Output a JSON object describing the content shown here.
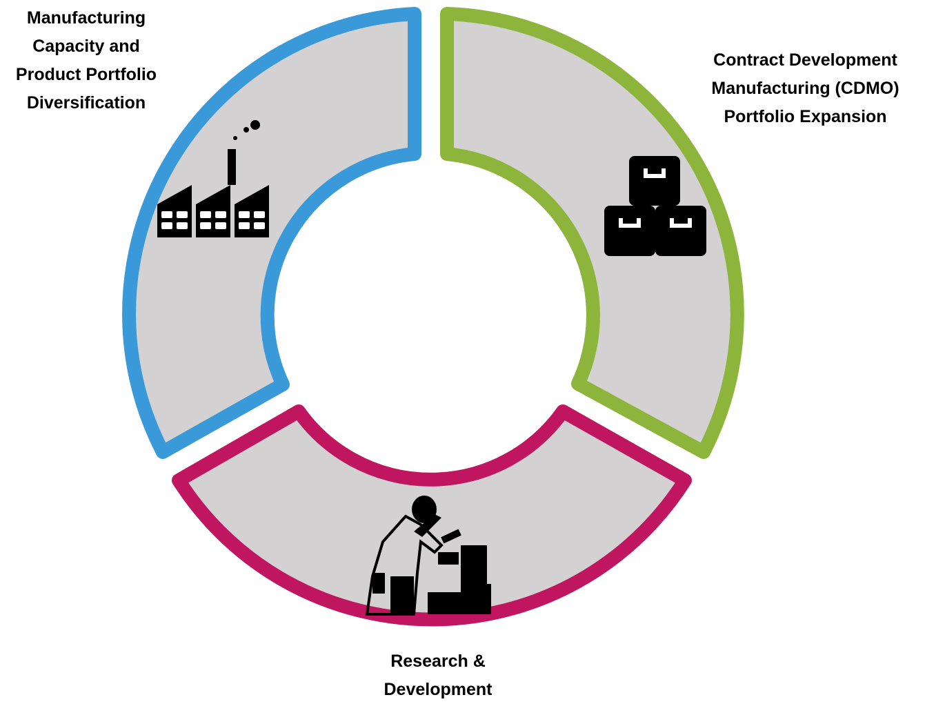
{
  "segments": [
    {
      "id": "manufacturing",
      "color": "#3a9ad9",
      "icon": "factory-icon",
      "label_lines": [
        "Manufacturing",
        "Capacity and",
        "Product Portfolio",
        "Diversification"
      ]
    },
    {
      "id": "cdmo",
      "color": "#8db53c",
      "icon": "boxes-icon",
      "label_lines": [
        "Contract Development",
        "Manufacturing (CDMO)",
        "Portfolio Expansion"
      ]
    },
    {
      "id": "rnd",
      "color": "#c0165f",
      "icon": "scientist-microscope-icon",
      "label_lines": [
        "Research &",
        "Development"
      ]
    }
  ],
  "ring_fill": "#d3d1d2"
}
